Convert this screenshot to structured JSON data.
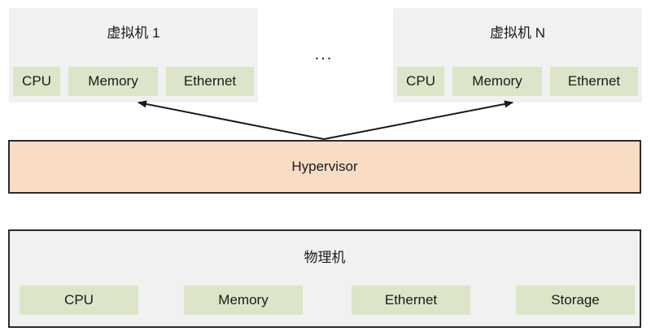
{
  "diagram": {
    "title_semantics": "virtualization-architecture",
    "colors": {
      "vm_background": "#f1f1f1",
      "resource_chip": "#dce5c8",
      "hypervisor_fill": "#f9dcc4",
      "border": "#2b2b2b",
      "arrow": "#1a1a1a",
      "text": "#1a1a1a",
      "page_background": "#ffffff"
    },
    "vms": [
      {
        "id": "vm-1",
        "title": "虚拟机 1",
        "resources": [
          {
            "label": "CPU"
          },
          {
            "label": "Memory"
          },
          {
            "label": "Ethernet"
          }
        ]
      },
      {
        "id": "vm-n",
        "title": "虚拟机 N",
        "resources": [
          {
            "label": "CPU"
          },
          {
            "label": "Memory"
          },
          {
            "label": "Ethernet"
          }
        ]
      }
    ],
    "ellipsis": "...",
    "hypervisor": {
      "label": "Hypervisor"
    },
    "physical_machine": {
      "title": "物理机",
      "resources": [
        {
          "label": "CPU"
        },
        {
          "label": "Memory"
        },
        {
          "label": "Ethernet"
        },
        {
          "label": "Storage"
        }
      ]
    },
    "connections": [
      {
        "id": "hypervisor-to-vm-1",
        "from": "hypervisor",
        "to": "vm-1",
        "arrowhead": "to"
      },
      {
        "id": "hypervisor-to-vm-n",
        "from": "hypervisor",
        "to": "vm-n",
        "arrowhead": "to"
      }
    ]
  }
}
